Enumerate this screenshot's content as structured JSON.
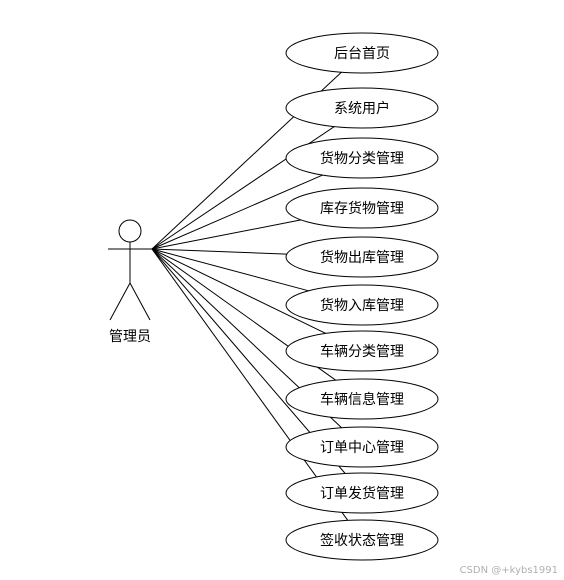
{
  "actor": {
    "label": "管理员"
  },
  "use_cases": [
    {
      "label": "后台首页"
    },
    {
      "label": "系统用户"
    },
    {
      "label": "货物分类管理"
    },
    {
      "label": "库存货物管理"
    },
    {
      "label": "货物出库管理"
    },
    {
      "label": "货物入库管理"
    },
    {
      "label": "车辆分类管理"
    },
    {
      "label": "车辆信息管理"
    },
    {
      "label": "订单中心管理"
    },
    {
      "label": "订单发货管理"
    },
    {
      "label": "签收状态管理"
    }
  ],
  "watermark": "CSDN @+kybs1991"
}
